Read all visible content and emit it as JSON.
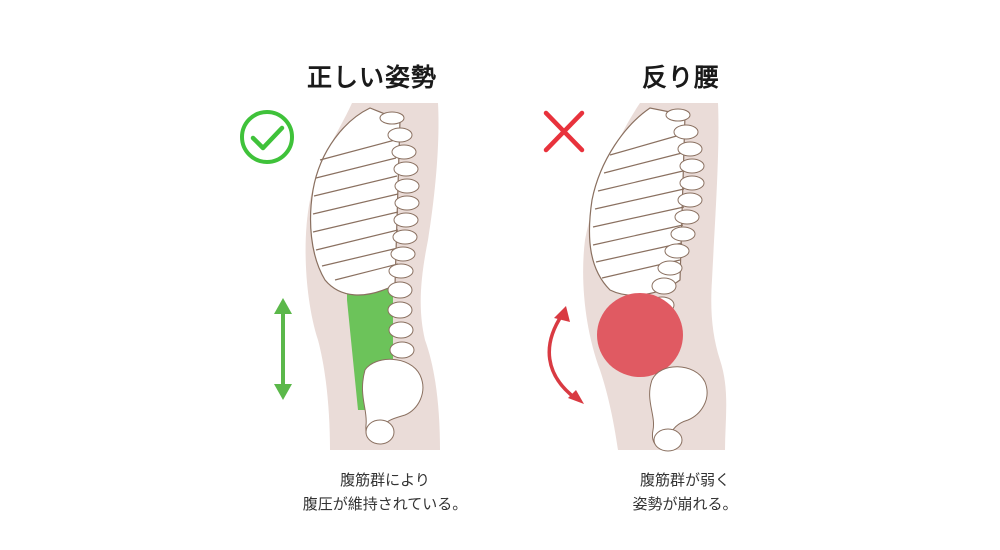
{
  "panels": [
    {
      "id": "correct",
      "title": "正しい姿勢",
      "status_icon": "check-circle-icon",
      "status_color": "#3fc23a",
      "highlight": "abdominal-muscles-green-rect",
      "highlight_color": "#6cc35a",
      "arrow_icon": "vertical-double-arrow-icon",
      "caption_lines": [
        "腹筋群により",
        "腹圧が維持されている。"
      ]
    },
    {
      "id": "swayback",
      "title": "反り腰",
      "status_icon": "cross-icon",
      "status_color": "#e8323c",
      "highlight": "abdominal-muscles-red-ellipse",
      "highlight_color": "#e05a62",
      "arrow_icon": "curved-double-arrow-icon",
      "caption_lines": [
        "腹筋群が弱く",
        "姿勢が崩れる。"
      ]
    }
  ],
  "colors": {
    "body_silhouette": "#eadcd8",
    "bone": "#ffffff",
    "bone_outline": "#8a7060",
    "background": "#ffffff"
  }
}
